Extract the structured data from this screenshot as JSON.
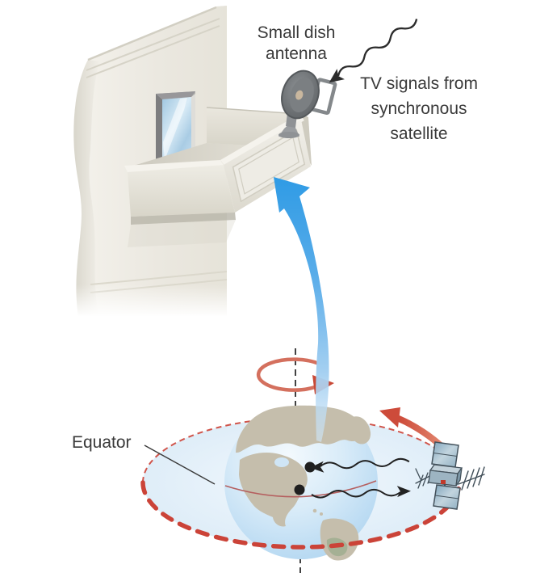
{
  "figure": {
    "description_labels": {
      "dish_line1": "Small dish",
      "dish_line2": "antenna",
      "signals_line1": "TV signals from",
      "signals_line2": "synchronous",
      "signals_line3": "satellite",
      "equator": "Equator"
    },
    "elements": [
      "building-wall",
      "window",
      "window-ledge",
      "dish-antenna",
      "tv-signal-wave",
      "beam-to-antenna-arrow",
      "earth-rotation-arrow",
      "earth-axis",
      "equatorial-plane",
      "synchronous-orbit",
      "earth-globe",
      "ground-station-dots",
      "downlink-wave",
      "uplink-wave",
      "satellite",
      "satellite-motion-arrow",
      "equator-pointer-line"
    ],
    "colors": {
      "text": "#3A3A3A",
      "beam_blue": "#2F9BE5",
      "orbit_red": "#CB4338",
      "rotation_red": "#D4705E",
      "wall_cream": "#EDEAE2",
      "ocean_blue": "#B7D9F2",
      "land_tan": "#C5BEAC",
      "glass_blue": "#A9CCE4",
      "signal_black": "#2C2C2C"
    }
  }
}
